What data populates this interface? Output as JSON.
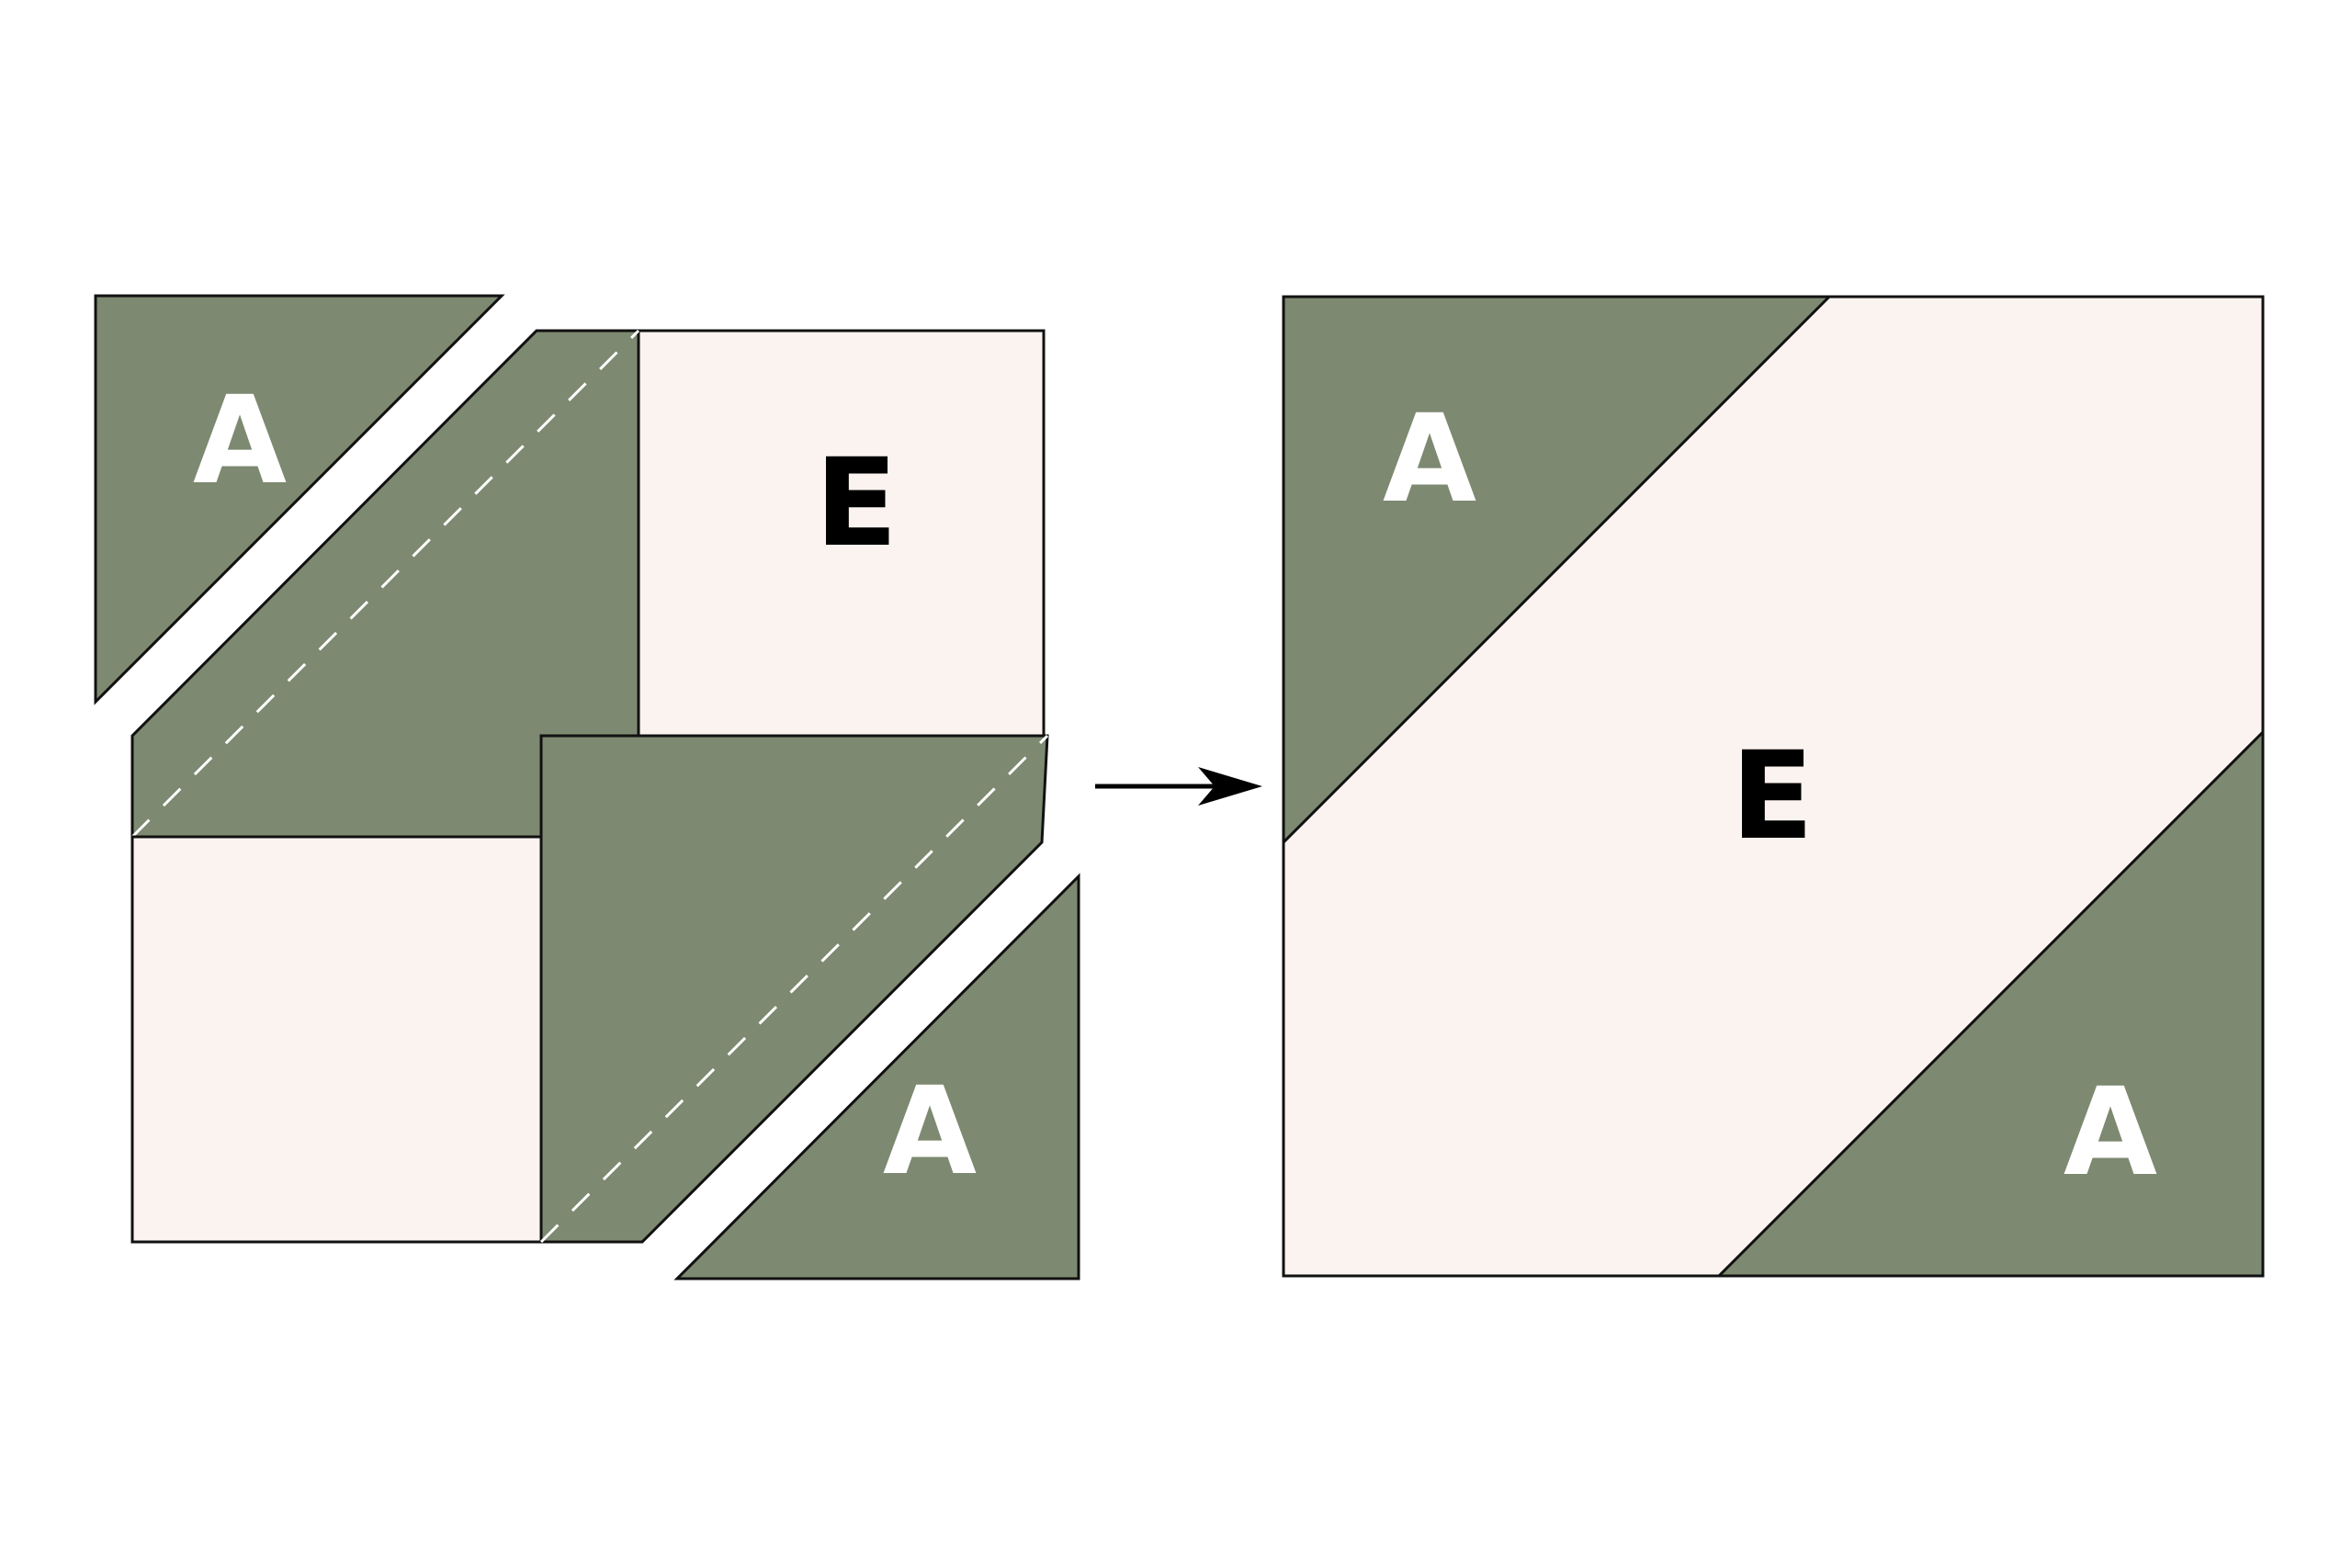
{
  "colors": {
    "green": "#7d8970",
    "cream": "#fbf3ef",
    "outline": "#111111",
    "seam": "#ffffff",
    "label_on_green": "#ffffff",
    "label_on_cream": "#000000"
  },
  "icons": {
    "arrow": "right-arrow-icon"
  },
  "labels": {
    "top_left_triangle": "A",
    "top_right_square": "E",
    "bottom_right_triangle": "A",
    "result_top_left": "A",
    "result_center": "E",
    "result_bottom_right": "A"
  }
}
